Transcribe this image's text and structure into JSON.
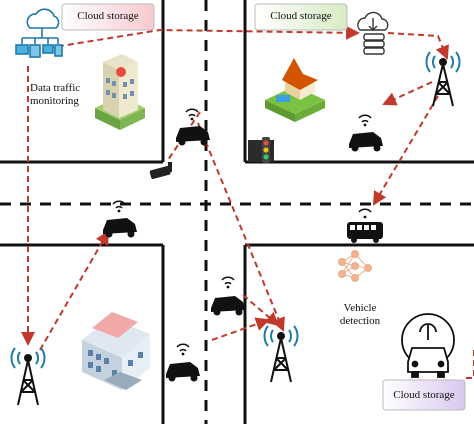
{
  "labels": {
    "cloud_storage_top_left": "Cloud storage",
    "cloud_storage_top_right": "Cloud storage",
    "cloud_storage_bottom_right": "Cloud storage",
    "data_traffic_monitoring": "Data traffic\nmonitoring",
    "vehicle_detection": "Vehicle\ndetection"
  },
  "icons": [
    "cloud-network-icon",
    "cloud-download-icon",
    "hospital-building-icon",
    "house-icon",
    "traffic-light-icon",
    "cctv-camera-icon",
    "school-building-icon",
    "car-icon",
    "bus-icon",
    "cell-tower-icon",
    "neural-network-icon",
    "autonomous-car-icon"
  ],
  "colors": {
    "road": "#111111",
    "link": "#c0392b",
    "tower": "#1f7aa8",
    "cloud_box_pink": "#fde6e8",
    "cloud_box_green": "#eef7e6",
    "cloud_box_purple": "#efe8f7"
  }
}
